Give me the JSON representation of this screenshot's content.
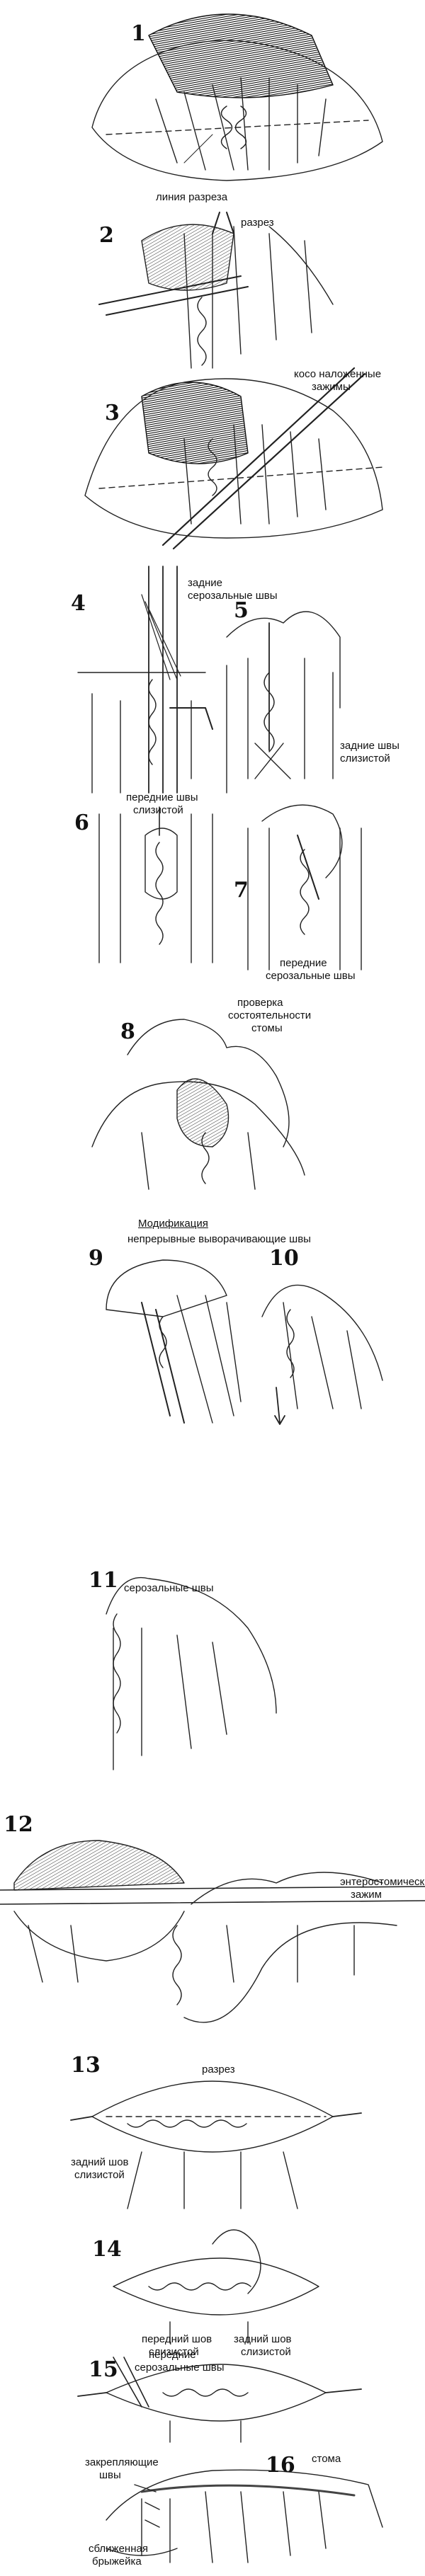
{
  "steps": [
    {
      "number": "1",
      "labels": [
        "линия разреза"
      ]
    },
    {
      "number": "2",
      "labels": [
        "разрез"
      ]
    },
    {
      "number": "3",
      "labels": [
        "косо наложенные",
        "зажимы"
      ]
    },
    {
      "number": "4",
      "labels": [
        "задние",
        "серозальные швы"
      ]
    },
    {
      "number": "5",
      "labels": [
        "задние швы",
        "слизистой"
      ]
    },
    {
      "number": "6",
      "labels": [
        "передние швы",
        "слизистой"
      ]
    },
    {
      "number": "7",
      "labels": [
        "передние",
        "серозальные швы"
      ]
    },
    {
      "number": "8",
      "labels": [
        "проверка",
        "состоятельности",
        "стомы"
      ]
    },
    {
      "number": "9",
      "labels": [
        "непрерывные выворачивающие швы"
      ]
    },
    {
      "number": "10",
      "labels": []
    },
    {
      "number": "11",
      "labels": [
        "серозальные швы"
      ]
    },
    {
      "number": "12",
      "labels": [
        "энтеростомический",
        "зажим"
      ]
    },
    {
      "number": "13",
      "labels": [
        "разрез",
        "задний шов",
        "слизистой"
      ]
    },
    {
      "number": "14",
      "labels": [
        "передний шов",
        "слизистой",
        "задний шов",
        "слизистой"
      ]
    },
    {
      "number": "15",
      "labels": [
        "передние",
        "серозальные швы"
      ]
    },
    {
      "number": "16",
      "labels": [
        "закрепляющие",
        "швы",
        "стома",
        "сближенная",
        "брыжейка"
      ]
    }
  ],
  "section_heading": "Модификация"
}
